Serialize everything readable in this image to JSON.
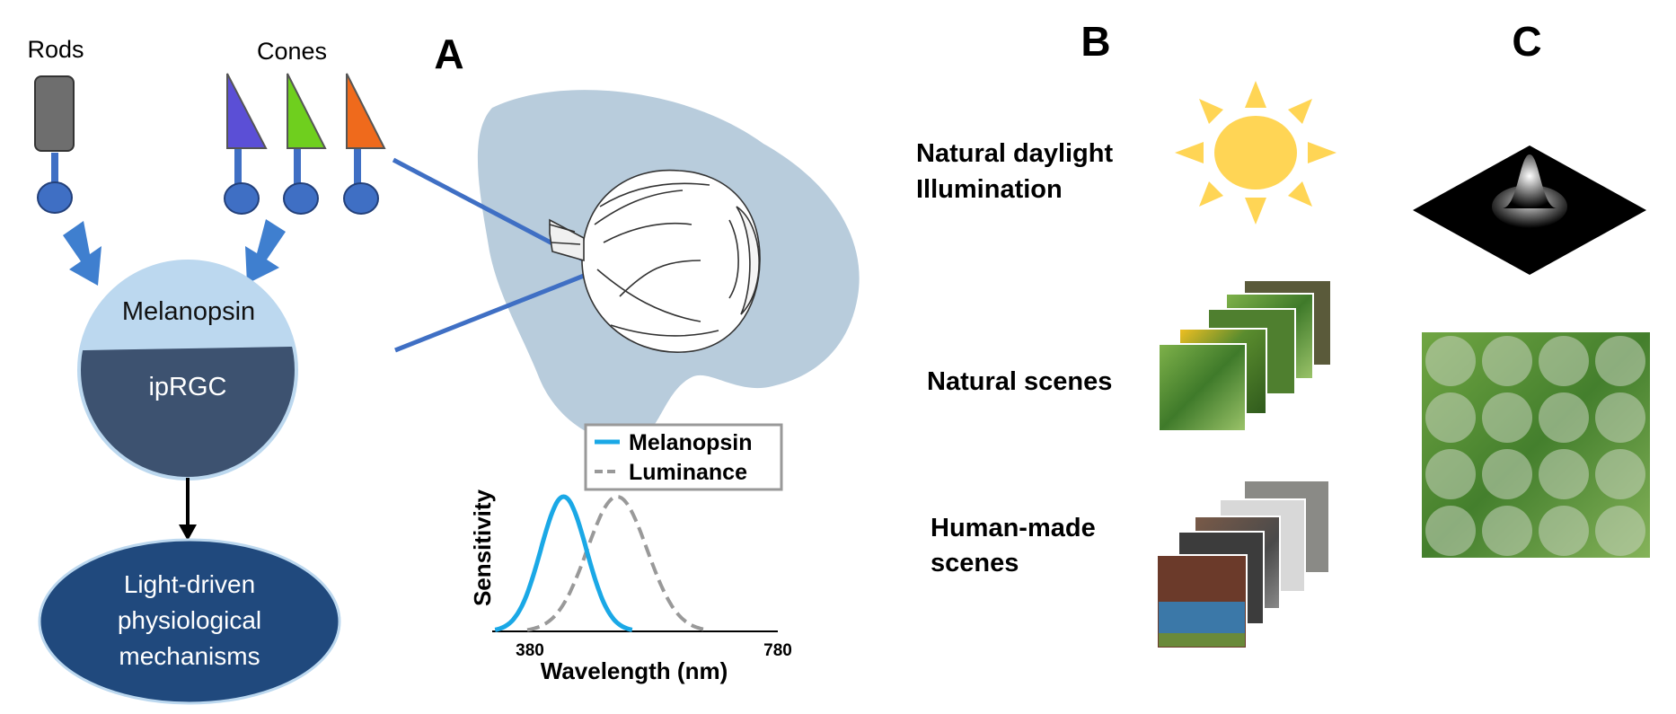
{
  "panel_labels": {
    "a": "A",
    "b": "B",
    "c": "C"
  },
  "photoreceptors": {
    "rods": "Rods",
    "cones": "Cones"
  },
  "cell": {
    "top_label": "Melanopsin",
    "bottom_label": "ipRGC"
  },
  "output": {
    "line1": "Light-driven",
    "line2": "physiological",
    "line3": "mechanisms"
  },
  "sensitivity_chart": {
    "legend": [
      "Melanopsin",
      "Luminance"
    ],
    "ylabel": "Sensitivity",
    "xlabel": "Wavelength (nm)",
    "xtick_min": "380",
    "xtick_max": "780"
  },
  "chart_data": {
    "type": "line",
    "xlabel": "Wavelength (nm)",
    "ylabel": "Sensitivity",
    "xlim": [
      380,
      780
    ],
    "ylim": [
      0,
      1
    ],
    "series": [
      {
        "name": "Melanopsin",
        "peak_nm": 480,
        "sigma_nm": 32,
        "style": "solid",
        "color": "#1aa8e6"
      },
      {
        "name": "Luminance",
        "peak_nm": 555,
        "sigma_nm": 42,
        "style": "dashed",
        "color": "#999999"
      }
    ]
  },
  "panel_b": {
    "daylight_line1": "Natural daylight",
    "daylight_line2": "Illumination",
    "natural_scenes": "Natural scenes",
    "human_made_line1": "Human-made",
    "human_made_line2": "scenes"
  },
  "colors": {
    "rod": "#6e6e6e",
    "cone_blue": "#5b4fd6",
    "cone_green": "#6fcf1e",
    "cone_orange": "#ef6a1c",
    "synapse": "#3f6fc4",
    "arrow": "#3f7fcf",
    "cell_top": "#bcd8ef",
    "cell_bottom": "#3d5270",
    "oval": "#20497d",
    "eye_bg": "#b8ccdc",
    "sun": "#ffd555"
  },
  "icons": [
    "sun-icon",
    "gaussian-kernel-icon",
    "eyeball-drawing"
  ]
}
